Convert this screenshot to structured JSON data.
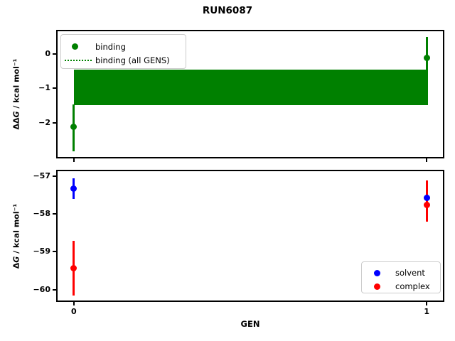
{
  "title": "RUN6087",
  "colors": {
    "binding": "#008000",
    "solvent": "#0000ff",
    "complex": "#ff0000",
    "frame": "#000000",
    "legend_border": "#cccccc"
  },
  "chart_data": [
    {
      "type": "errorbar",
      "ylabel": {
        "prefix": "ΔΔ",
        "italic": "G",
        "suffix": " / kcal mol⁻¹"
      },
      "xlim": [
        -0.048,
        1.048
      ],
      "ylim": [
        -3.01,
        0.67
      ],
      "yticks": [
        {
          "v": 0,
          "label": "0"
        },
        {
          "v": -1,
          "label": "−1"
        },
        {
          "v": -2,
          "label": "−2"
        }
      ],
      "xticks": [
        {
          "v": 0,
          "label": ""
        },
        {
          "v": 1,
          "label": ""
        }
      ],
      "series": [
        {
          "name": "binding",
          "color": "#008000",
          "points": [
            {
              "x": 0,
              "y": -2.11,
              "err_lo": -2.83,
              "err_hi": -1.46
            },
            {
              "x": 1,
              "y": -0.12,
              "err_lo": -1.49,
              "err_hi": 0.49
            }
          ]
        }
      ],
      "band": {
        "name": "binding (all GENS)",
        "color": "#008000",
        "x0": 0,
        "x1": 1,
        "lo": -1.48,
        "hi": -0.46
      },
      "legend": {
        "position": "upper left",
        "items": [
          {
            "label": "binding",
            "marker": "dot",
            "color": "#008000"
          },
          {
            "label": "binding (all GENS)",
            "marker": "dotted-line",
            "color": "#008000"
          }
        ]
      }
    },
    {
      "type": "errorbar",
      "xlabel": "GEN",
      "ylabel": {
        "prefix": "Δ",
        "italic": "G",
        "suffix": " / kcal mol⁻¹"
      },
      "xlim": [
        -0.048,
        1.048
      ],
      "ylim": [
        -60.3,
        -56.85
      ],
      "yticks": [
        {
          "v": -57,
          "label": "−57"
        },
        {
          "v": -58,
          "label": "−58"
        },
        {
          "v": -59,
          "label": "−59"
        },
        {
          "v": -60,
          "label": "−60"
        }
      ],
      "xticks": [
        {
          "v": 0,
          "label": "0"
        },
        {
          "v": 1,
          "label": "1"
        }
      ],
      "series": [
        {
          "name": "solvent",
          "color": "#0000ff",
          "points": [
            {
              "x": 0,
              "y": -57.33,
              "err_lo": -57.61,
              "err_hi": -57.05
            },
            {
              "x": 1,
              "y": -57.57,
              "err_lo": -57.87,
              "err_hi": -57.27
            }
          ]
        },
        {
          "name": "complex",
          "color": "#ff0000",
          "points": [
            {
              "x": 0,
              "y": -59.43,
              "err_lo": -60.16,
              "err_hi": -58.72
            },
            {
              "x": 1,
              "y": -57.76,
              "err_lo": -58.21,
              "err_hi": -57.11
            }
          ]
        }
      ],
      "legend": {
        "position": "lower right",
        "items": [
          {
            "label": "solvent",
            "marker": "dot",
            "color": "#0000ff"
          },
          {
            "label": "complex",
            "marker": "dot",
            "color": "#ff0000"
          }
        ]
      }
    }
  ]
}
